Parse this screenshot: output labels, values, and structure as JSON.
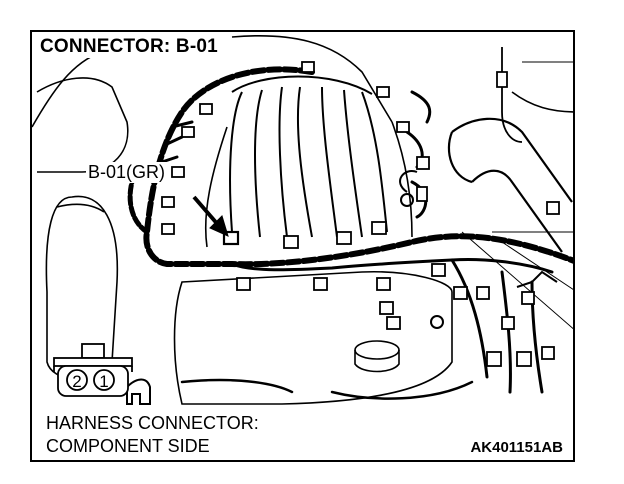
{
  "title": "CONNECTOR: B-01",
  "connector_callout": "B-01(GR)",
  "pin_labels": [
    "2",
    "1"
  ],
  "footer": {
    "line1": "HARNESS CONNECTOR:",
    "line2": "COMPONENT SIDE"
  },
  "figure_code": "AK401151AB"
}
